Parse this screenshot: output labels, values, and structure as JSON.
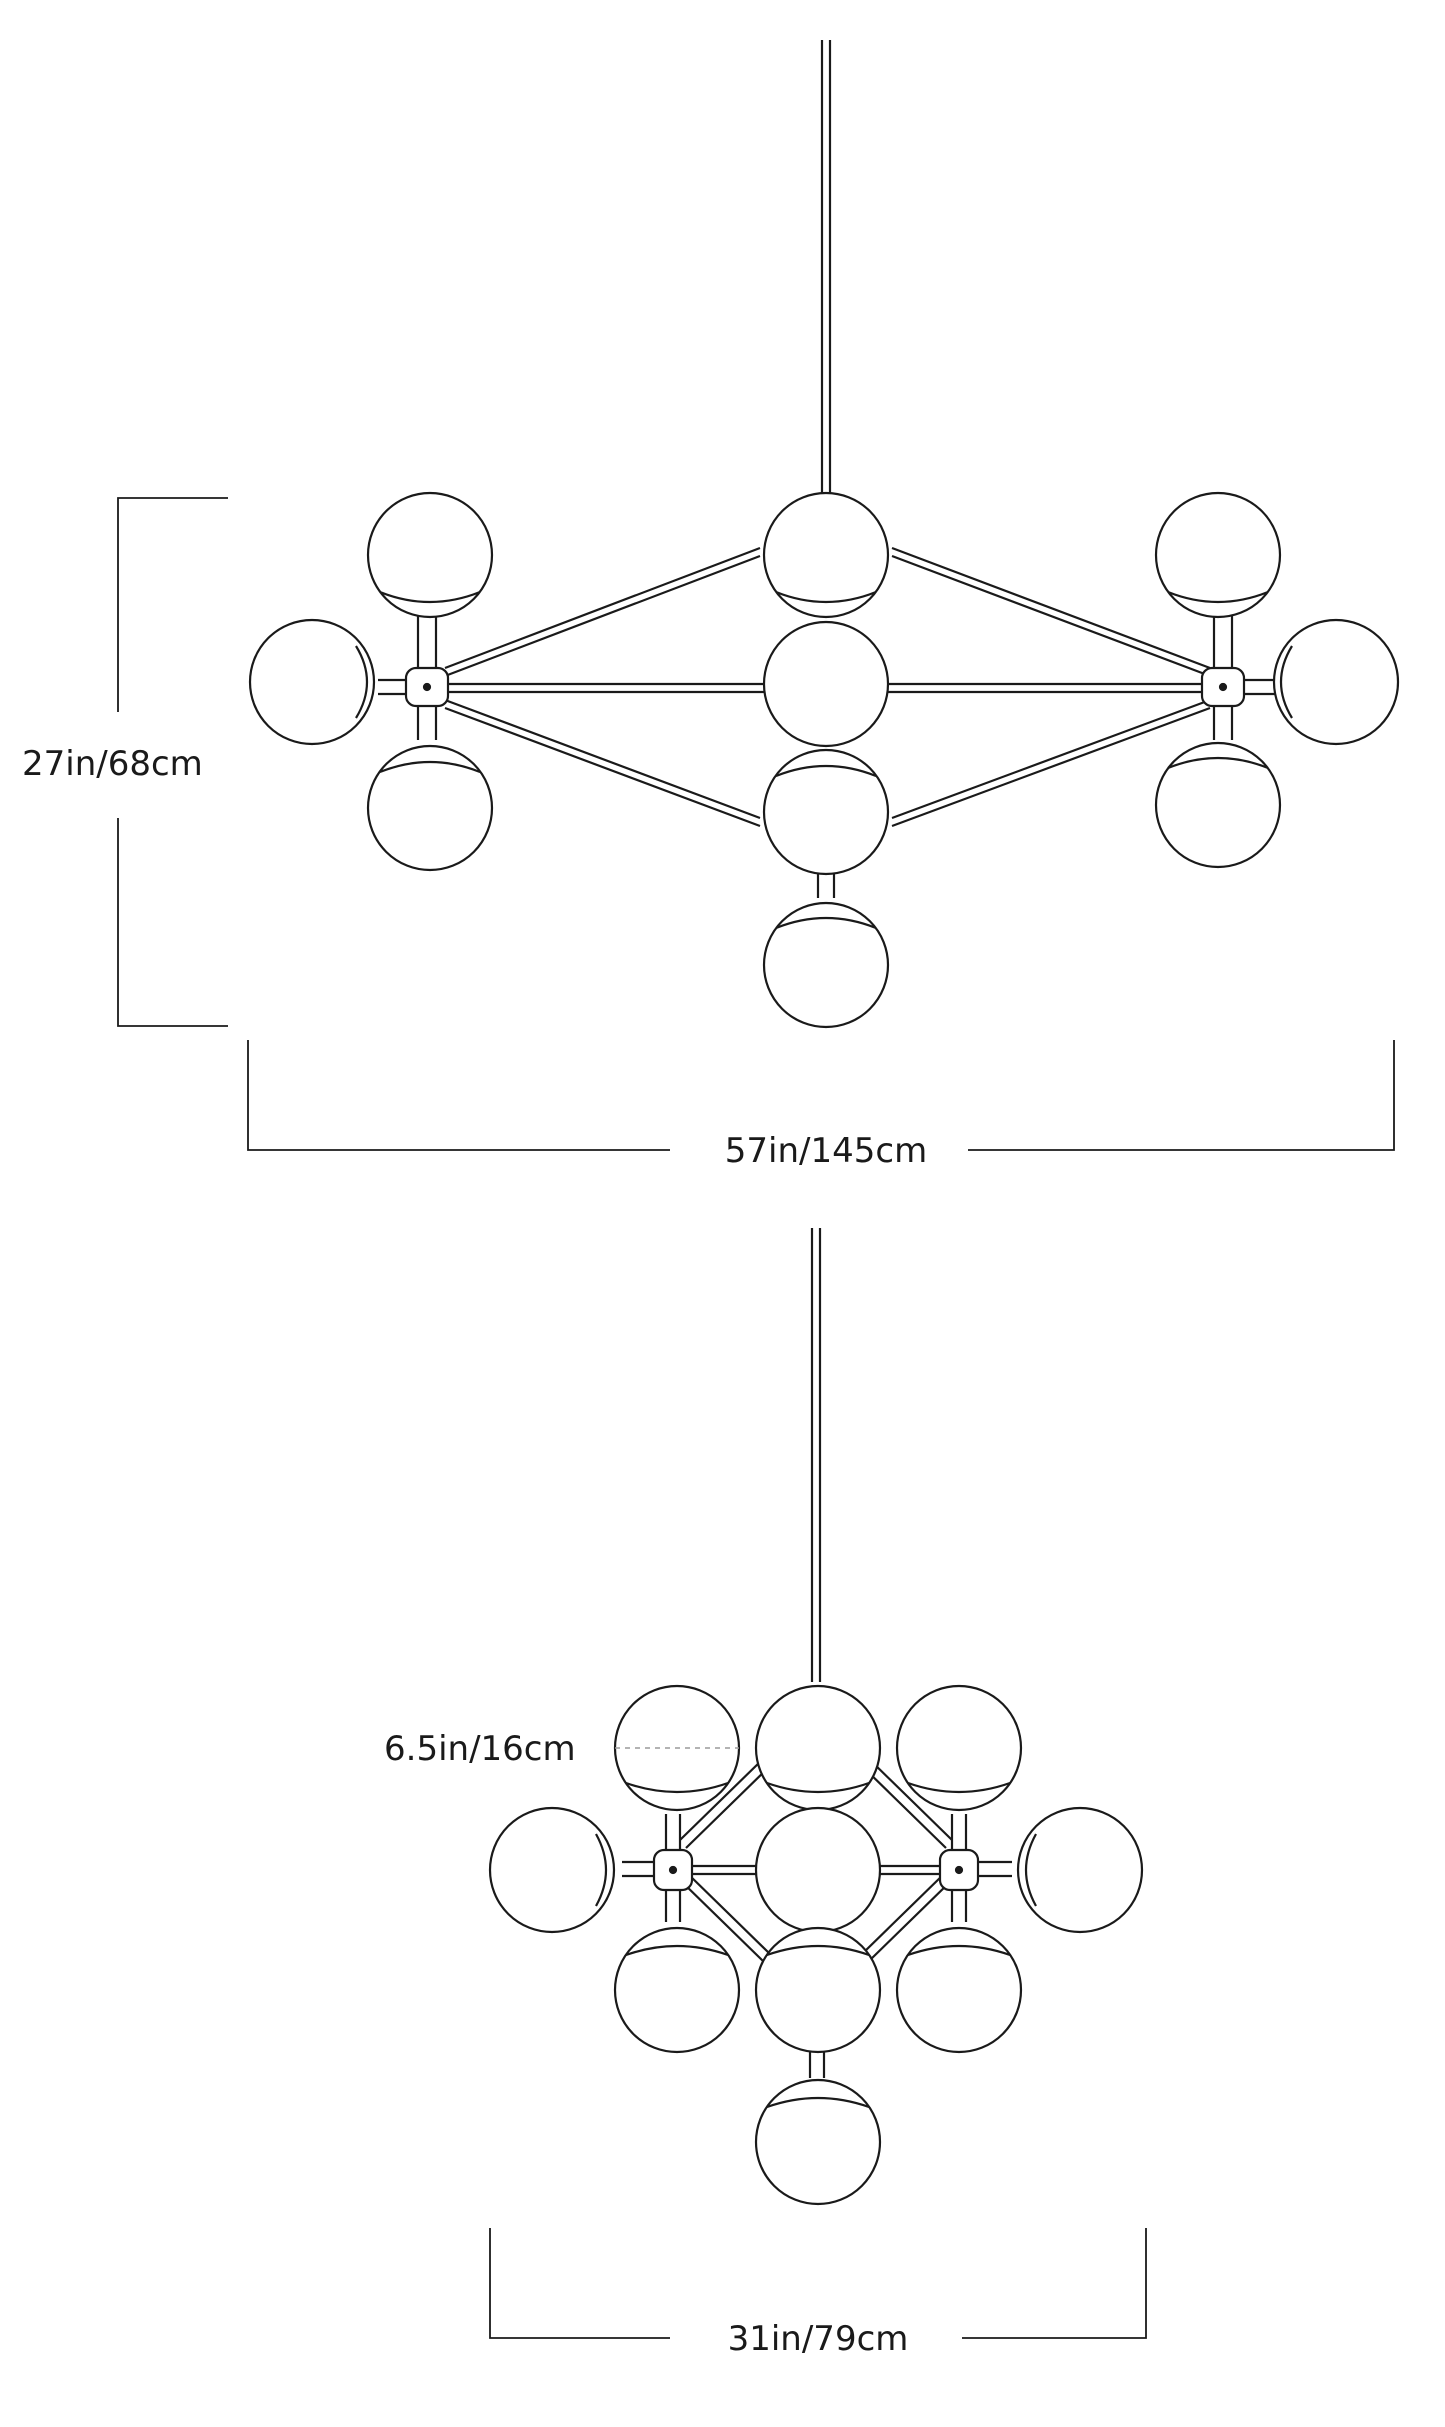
{
  "colors": {
    "line": "#1a1a1a",
    "background": "#ffffff",
    "dashed_guide": "#9a9a9a"
  },
  "front_view": {
    "height_label": "27in/68cm",
    "width_label": "57in/145cm"
  },
  "side_view": {
    "globe_diameter_label": "6.5in/16cm",
    "width_label": "31in/79cm"
  }
}
